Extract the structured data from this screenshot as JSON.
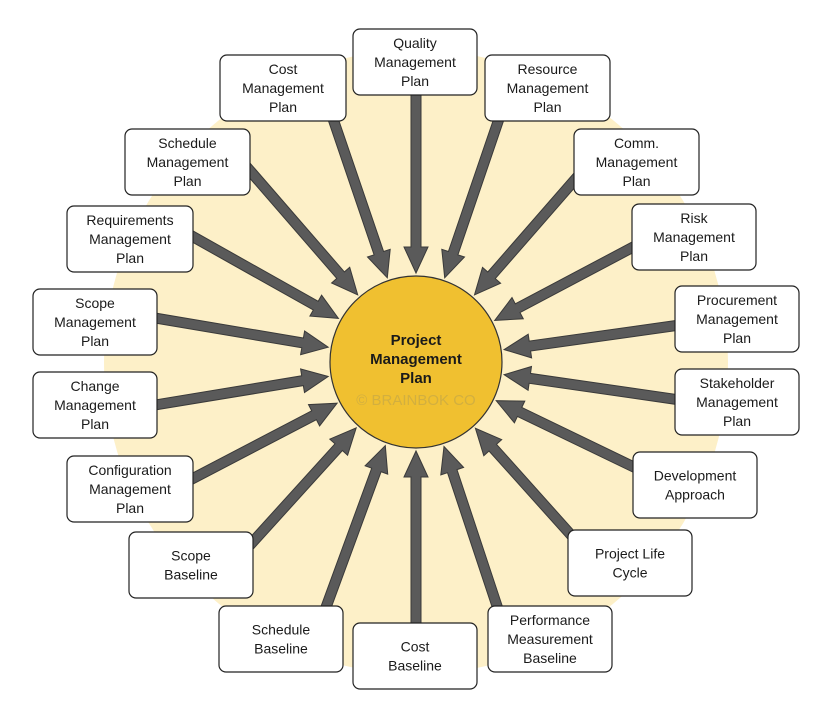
{
  "center": {
    "lines": [
      "Project",
      "Management",
      "Plan"
    ]
  },
  "watermark": "© BRAINBOK CO",
  "colors": {
    "background_disc": "#fdf0c8",
    "center_fill": "#f0c030",
    "arrow_fill": "#5a5a5a",
    "box_fill": "#ffffff",
    "box_stroke": "#222222"
  },
  "nodes": [
    {
      "id": "quality",
      "lines": [
        "Quality",
        "Management",
        "Plan"
      ]
    },
    {
      "id": "resource",
      "lines": [
        "Resource",
        "Management",
        "Plan"
      ]
    },
    {
      "id": "comm",
      "lines": [
        "Comm.",
        "Management",
        "Plan"
      ]
    },
    {
      "id": "risk",
      "lines": [
        "Risk",
        "Management",
        "Plan"
      ]
    },
    {
      "id": "procurement",
      "lines": [
        "Procurement",
        "Management",
        "Plan"
      ]
    },
    {
      "id": "stakeholder",
      "lines": [
        "Stakeholder",
        "Management",
        "Plan"
      ]
    },
    {
      "id": "development",
      "lines": [
        "Development",
        "Approach"
      ]
    },
    {
      "id": "lifecycle",
      "lines": [
        "Project Life",
        "Cycle"
      ]
    },
    {
      "id": "performance",
      "lines": [
        "Performance",
        "Measurement",
        "Baseline"
      ]
    },
    {
      "id": "cost-baseline",
      "lines": [
        "Cost",
        "Baseline"
      ]
    },
    {
      "id": "schedule-baseline",
      "lines": [
        "Schedule",
        "Baseline"
      ]
    },
    {
      "id": "scope-baseline",
      "lines": [
        "Scope",
        "Baseline"
      ]
    },
    {
      "id": "configuration",
      "lines": [
        "Configuration",
        "Management",
        "Plan"
      ]
    },
    {
      "id": "change",
      "lines": [
        "Change",
        "Management",
        "Plan"
      ]
    },
    {
      "id": "scope",
      "lines": [
        "Scope",
        "Management",
        "Plan"
      ]
    },
    {
      "id": "requirements",
      "lines": [
        "Requirements",
        "Management",
        "Plan"
      ]
    },
    {
      "id": "schedule",
      "lines": [
        "Schedule",
        "Management",
        "Plan"
      ]
    },
    {
      "id": "cost",
      "lines": [
        "Cost",
        "Management",
        "Plan"
      ]
    }
  ]
}
